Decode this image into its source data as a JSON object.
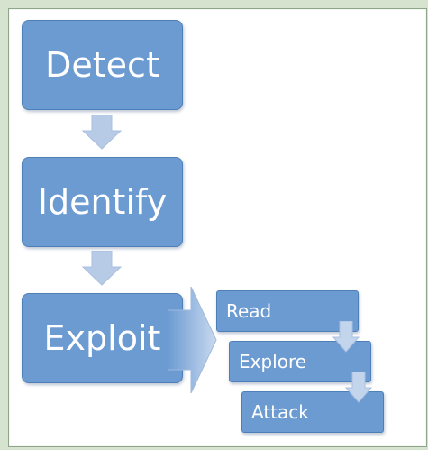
{
  "diagram": {
    "steps": [
      {
        "label": "Detect"
      },
      {
        "label": "Identify"
      },
      {
        "label": "Exploit"
      }
    ],
    "substeps": [
      {
        "label": "Read"
      },
      {
        "label": "Explore"
      },
      {
        "label": "Attack"
      }
    ]
  },
  "colors": {
    "box_fill": "#6c9bd2",
    "box_border": "#4f7fb8",
    "arrow_fill": "#b7cbe6",
    "text": "#ffffff"
  }
}
